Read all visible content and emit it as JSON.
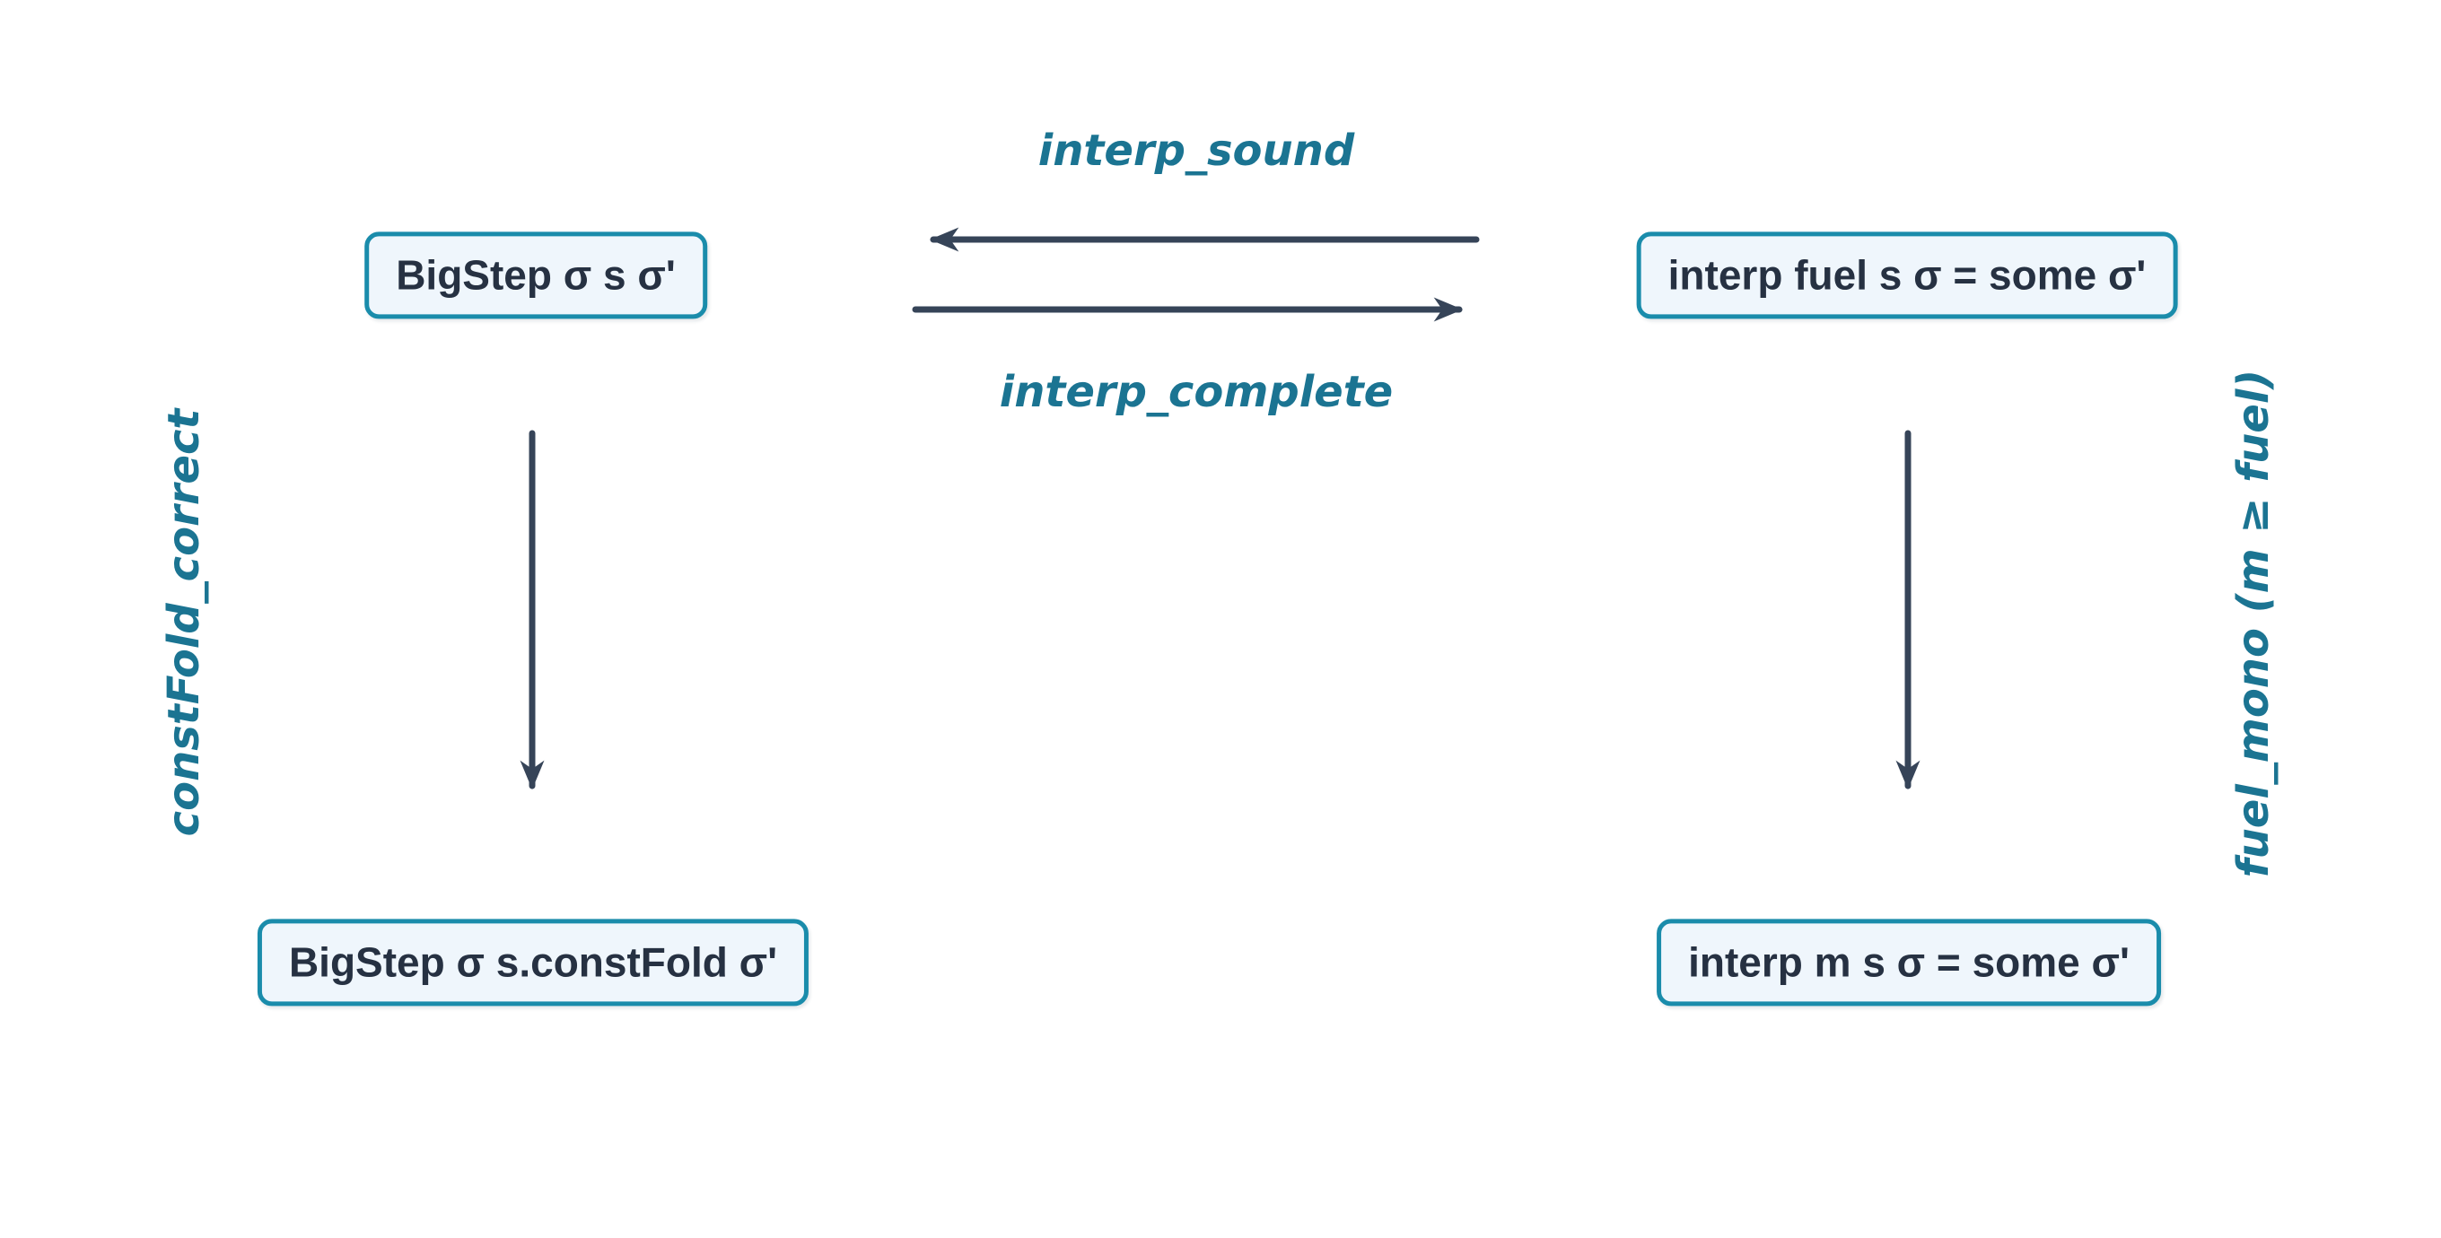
{
  "diagram": {
    "title": "constFold correctness / interp soundness commuting diagram",
    "colors": {
      "background": "#ffffff",
      "node_fill": "#eff6fc",
      "node_border": "#1a8cab",
      "node_text": "#263142",
      "arrow": "#364458",
      "edge_label": "#1b7492"
    },
    "nodes": {
      "bigstep_top": {
        "label": "BigStep σ s σ'"
      },
      "interp_fuel": {
        "label": "interp fuel s σ = some σ'"
      },
      "bigstep_constfold": {
        "label": "BigStep σ s.constFold σ'"
      },
      "interp_m": {
        "label": "interp m s σ = some σ'"
      }
    },
    "edges": {
      "interp_sound": {
        "label": "interp_sound",
        "from": "interp_fuel",
        "to": "bigstep_top",
        "direction": "left"
      },
      "interp_complete": {
        "label": "interp_complete",
        "from": "bigstep_top",
        "to": "interp_fuel",
        "direction": "right"
      },
      "constfold_correct": {
        "label": "constFold_correct",
        "from": "bigstep_top",
        "to": "bigstep_constfold",
        "direction": "down"
      },
      "fuel_mono": {
        "label": "fuel_mono (m ≥ fuel)",
        "from": "interp_fuel",
        "to": "interp_m",
        "direction": "down"
      }
    }
  }
}
